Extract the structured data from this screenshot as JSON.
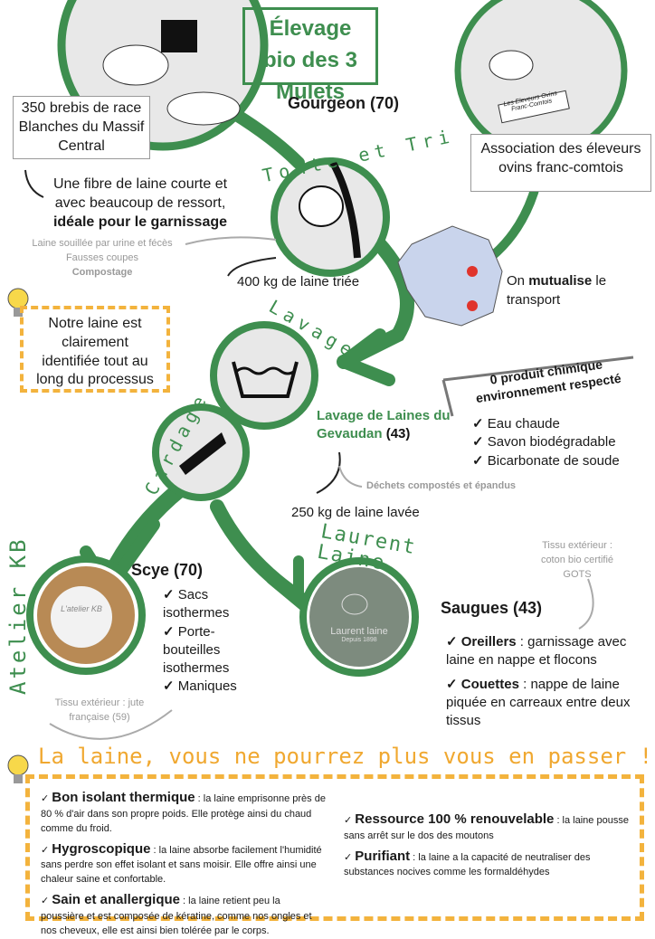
{
  "title": "Élevage bio des 3 Mulets",
  "farm": {
    "location": "Gourgeon (70)",
    "flock_note": "350 brebis de race Blanches du Massif Central",
    "fiber_note": "Une fibre de laine courte et avec beaucoup de ressort,",
    "fiber_note_bold": "idéale pour le garnissage"
  },
  "association": {
    "label": "Association des éleveurs ovins franc-comtois",
    "logo_text": "Les Eleveurs Ovins Franc-Comtois"
  },
  "tonte": {
    "label": "Tonte et Tri",
    "waste_1": "Laine souillée par urine et fécès",
    "waste_2": "Fausses coupes",
    "waste_3": "Compostage",
    "output": "400 kg de laine triée"
  },
  "transport": {
    "prefix": "On ",
    "bold": "mutualise",
    "suffix": " le transport"
  },
  "tip": "Notre laine est clairement identifiée tout au long du processus",
  "lavage": {
    "label": "Lavage",
    "cardage": "Cardage",
    "company": "Lavage de Laines du Gevaudan",
    "dept": "(43)",
    "banner_1": "0 produit chimique",
    "banner_2": "environnement respecté",
    "items": [
      "Eau chaude",
      "Savon biodégradable",
      "Bicarbonate de soude"
    ],
    "waste": "Déchets compostés et épandus",
    "output": "250 kg de laine lavée"
  },
  "atelier": {
    "label": "Atelier KB",
    "logo_text": "L'atelier KB",
    "location": "Scye (70)",
    "items": [
      "Sacs isothermes",
      "Porte-bouteilles isothermes",
      "Maniques"
    ],
    "fabric": "Tissu extérieur : jute française (59)"
  },
  "laurent": {
    "label": "Laurent Laine",
    "logo_name": "Laurent laine",
    "logo_since": "Depuis 1898",
    "location": "Saugues (43)",
    "fabric": "Tissu extérieur : coton bio certifié GOTS",
    "items": [
      {
        "bold": "Oreillers",
        "text": " : garnissage avec laine en nappe et flocons"
      },
      {
        "bold": "Couettes",
        "text": " : nappe de laine piquée en carreaux entre deux tissus"
      }
    ]
  },
  "benefits": {
    "heading": "La laine, vous ne pourrez plus vous en passer !",
    "items": [
      {
        "bold": "Bon isolant thermique",
        "text": " : la laine emprisonne près de 80 % d'air dans son propre poids. Elle protège ainsi du chaud comme du froid."
      },
      {
        "bold": "Hygroscopique",
        "text": " : la laine absorbe facilement l'humidité sans perdre son effet isolant et sans moisir. Elle offre ainsi une chaleur saine et confortable."
      },
      {
        "bold": "Sain et anallergique",
        "text": " : la laine retient peu la poussière et est composée de kératine, comme nos ongles et nos cheveux, elle est ainsi bien tolérée par le corps."
      },
      {
        "bold": "Ressource 100 % renouvelable",
        "text": " : la laine pousse sans arrêt sur le dos des moutons"
      },
      {
        "bold": "Purifiant",
        "text": " : la laine a la capacité de neutraliser des substances nocives comme les formaldéhydes"
      }
    ]
  },
  "colors": {
    "green": "#3e8e4f",
    "orange": "#f0a830",
    "grey": "#999999"
  }
}
